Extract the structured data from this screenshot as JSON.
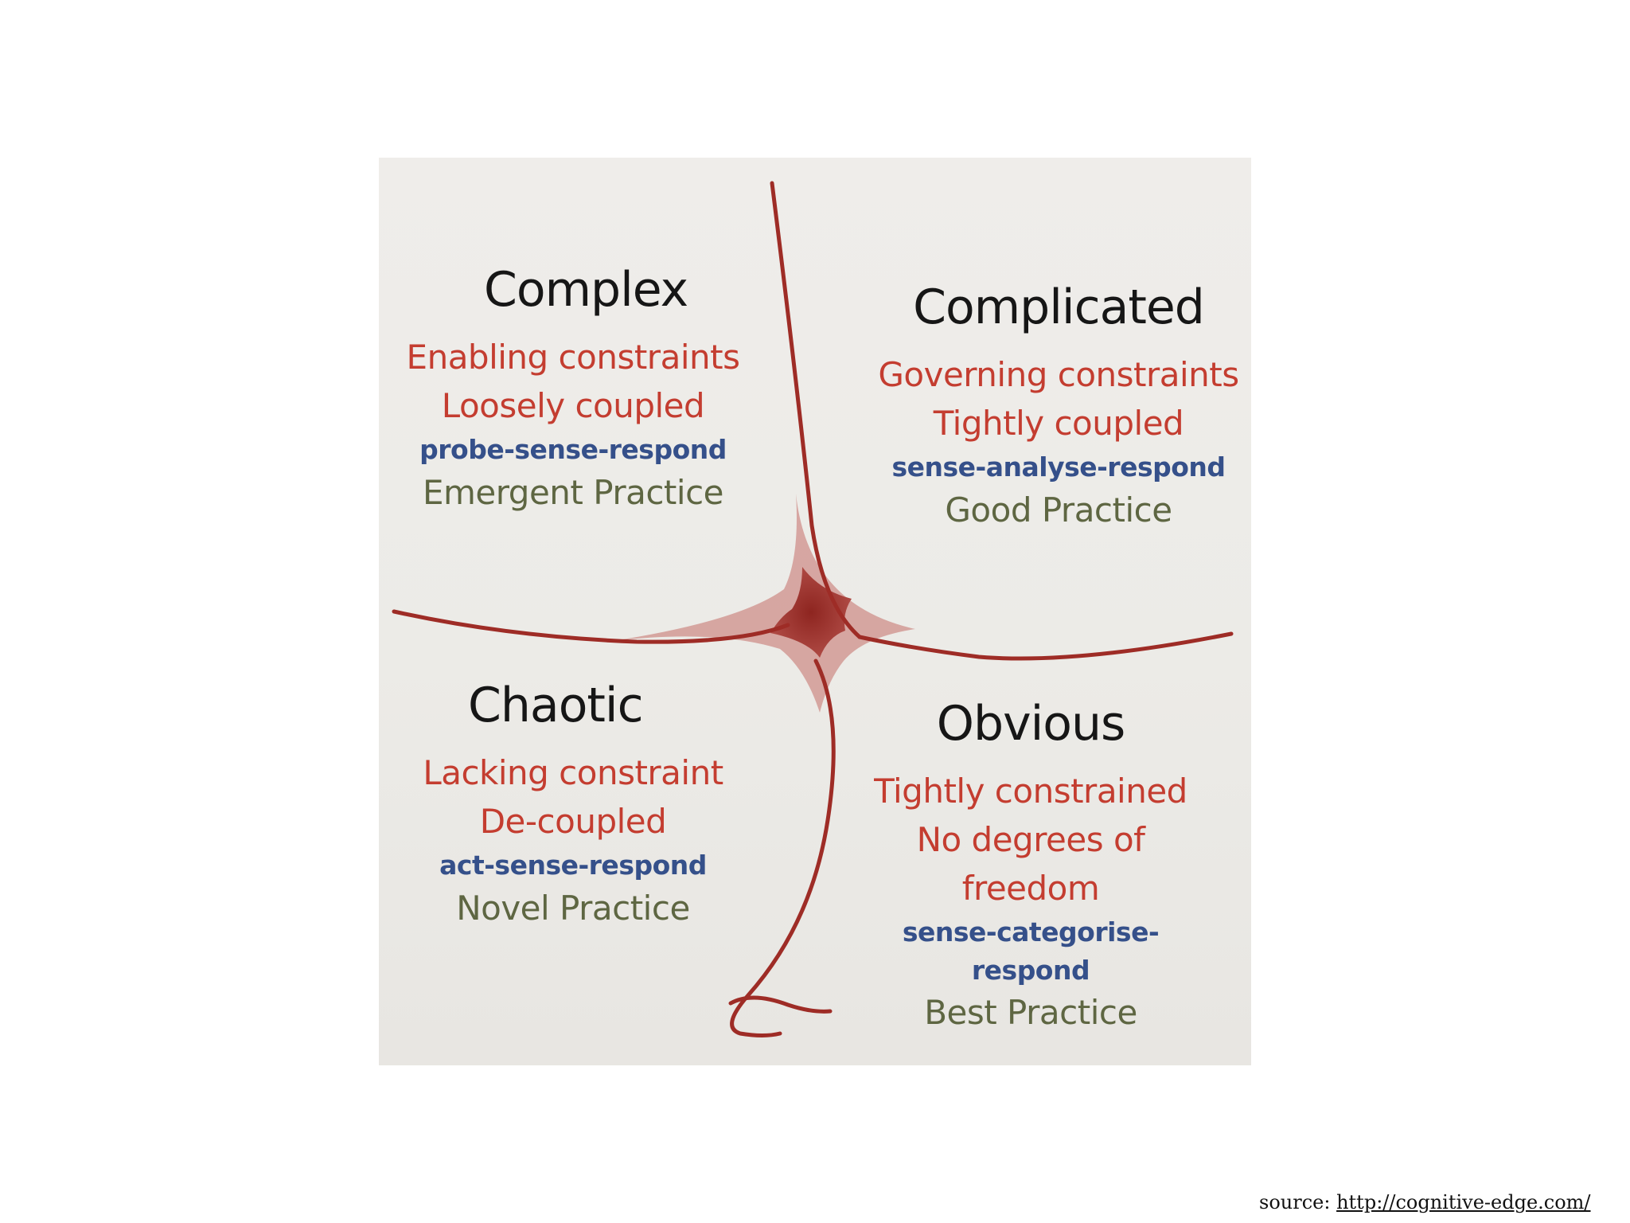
{
  "domains": [
    {
      "id": "complex",
      "title": "Complex",
      "constraint": "Enabling constraints",
      "coupling": "Loosely coupled",
      "approach": "probe-sense-respond",
      "practice": "Emergent Practice"
    },
    {
      "id": "complicated",
      "title": "Complicated",
      "constraint": "Governing constraints",
      "coupling": "Tightly coupled",
      "approach": "sense-analyse-respond",
      "practice": "Good Practice"
    },
    {
      "id": "chaotic",
      "title": "Chaotic",
      "constraint": "Lacking constraint",
      "coupling": "De-coupled",
      "approach": "act-sense-respond",
      "practice": "Novel Practice"
    },
    {
      "id": "obvious",
      "title": "Obvious",
      "constraint": "Tightly constrained",
      "coupling": "No degrees of freedom",
      "approach": "sense-categorise-respond",
      "practice": "Best Practice"
    }
  ],
  "colors": {
    "title": "#161616",
    "constraint": "#c43d30",
    "approach": "#35508a",
    "practice": "#5e6642",
    "boundary": "#9e2c26",
    "center": "#8e2520",
    "panel": "#edebe8"
  },
  "source": {
    "label": "source:",
    "url": "http://cognitive-edge.com/"
  }
}
